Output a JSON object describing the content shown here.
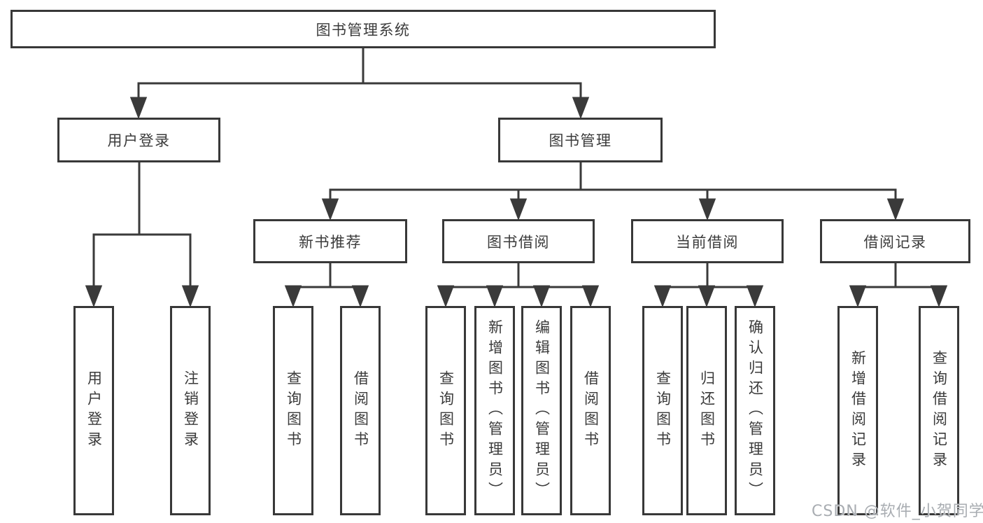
{
  "root": {
    "label": "图书管理系统"
  },
  "tree": {
    "user_login": {
      "label": "用户登录",
      "leaves": [
        "用户登录",
        "注销登录"
      ]
    },
    "book_management": {
      "label": "图书管理",
      "modules": [
        {
          "label": "新书推荐",
          "leaves": [
            "查询图书",
            "借阅图书"
          ]
        },
        {
          "label": "图书借阅",
          "leaves": [
            "查询图书",
            "新增图书（管理员）",
            "编辑图书（管理员）",
            "借阅图书"
          ]
        },
        {
          "label": "当前借阅",
          "leaves": [
            "查询图书",
            "归还图书",
            "确认归还（管理员）"
          ]
        },
        {
          "label": "借阅记录",
          "leaves": [
            "新增借阅记录",
            "查询借阅记录"
          ]
        }
      ]
    }
  },
  "watermark": {
    "text": "CSDN @软件_小贺同学"
  },
  "colors": {
    "line": "#3a3a3a",
    "border": "#383838",
    "text": "#3b3b3b",
    "watermark": "#a9adb2",
    "background": "#ffffff"
  }
}
